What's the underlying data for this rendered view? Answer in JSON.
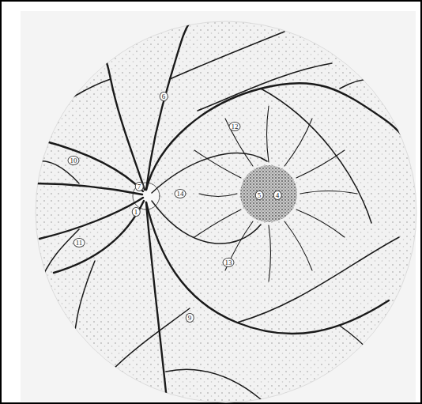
{
  "diagram": {
    "labels": [
      "6",
      "12",
      "10",
      "7",
      "14",
      "5",
      "4",
      "1",
      "11",
      "13",
      "9"
    ]
  }
}
